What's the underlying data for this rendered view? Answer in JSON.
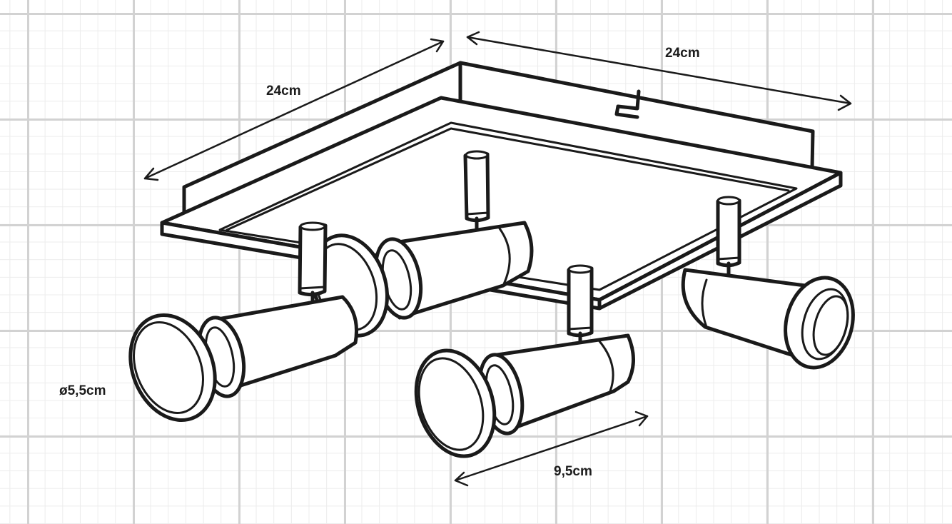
{
  "dimensions": {
    "width_left": "24cm",
    "width_right": "24cm",
    "lens_diameter": "ø5,5cm",
    "spot_length": "9,5cm"
  },
  "colors": {
    "line": "#1a1a1a",
    "grid_major": "#d2d2d2",
    "grid_minor": "#ececec",
    "background": "#ffffff"
  }
}
